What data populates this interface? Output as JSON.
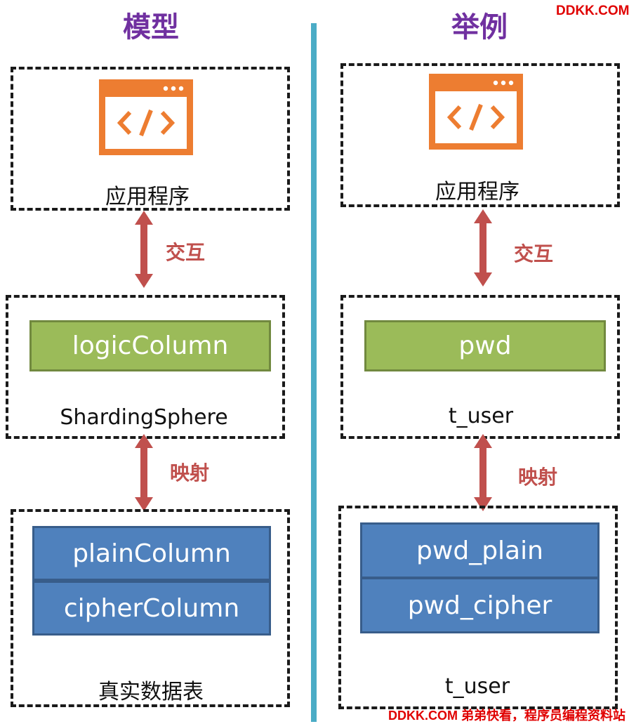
{
  "headings": {
    "left": "模型",
    "right": "举例"
  },
  "watermark": {
    "top": "DDKK.COM",
    "bottom": "DDKK.COM 弟弟快看，程序员编程资料站"
  },
  "colors": {
    "heading": "#7030a0",
    "divider": "#4bacc6",
    "arrow": "#c0504d",
    "relation_text": "#c0504d",
    "logic_fill": "#9bbb59",
    "physical_fill": "#4f81bd",
    "app_icon": "#ed7d31",
    "watermark": "#e00000"
  },
  "left": {
    "app_label": "应用程序",
    "relation1": "交互",
    "logic_column": "logicColumn",
    "middle_label": "ShardingSphere",
    "relation2": "映射",
    "plain_column": "plainColumn",
    "cipher_column": "cipherColumn",
    "bottom_label": "真实数据表"
  },
  "right": {
    "app_label": "应用程序",
    "relation1": "交互",
    "logic_column": "pwd",
    "middle_label": "t_user",
    "relation2": "映射",
    "plain_column": "pwd_plain",
    "cipher_column": "pwd_cipher",
    "bottom_label": "t_user"
  },
  "icons": {
    "app": "code-window-icon",
    "arrow": "double-arrow-icon"
  }
}
